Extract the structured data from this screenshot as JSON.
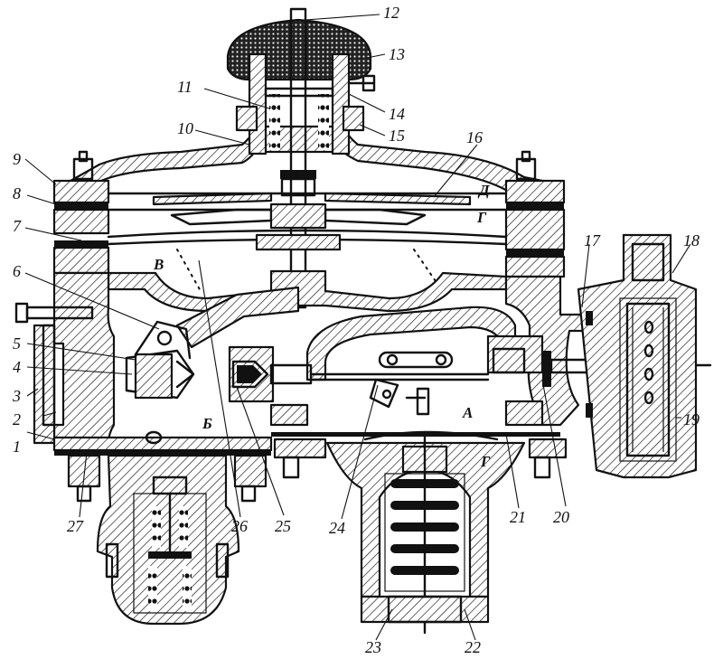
{
  "figure": {
    "part_labels": [
      "1",
      "2",
      "3",
      "4",
      "5",
      "6",
      "7",
      "8",
      "9",
      "10",
      "11",
      "12",
      "13",
      "14",
      "15",
      "16",
      "17",
      "18",
      "19",
      "20",
      "21",
      "22",
      "23",
      "24",
      "25",
      "26",
      "27"
    ],
    "chamber_labels": [
      "А",
      "Б",
      "В",
      "Г",
      "Д",
      "Г"
    ]
  }
}
